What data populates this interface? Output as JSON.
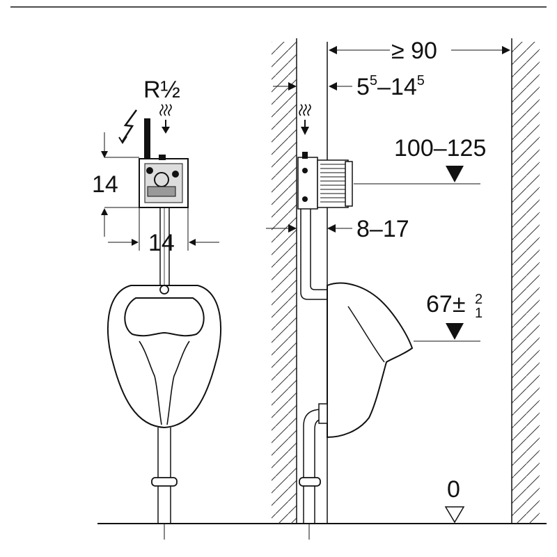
{
  "labels": {
    "pipe_thread": "R½",
    "box_height": "14",
    "box_width": "14",
    "min_depth": "≥ 90",
    "depth_range_base1": "5",
    "depth_range_sup1": "5",
    "depth_range_dash": "–14",
    "depth_range_sup2": "5",
    "height_range": "100–125",
    "clearance": "8–17",
    "rim_height_base": "67",
    "rim_height_tol": "±",
    "rim_tol_upper": "2",
    "rim_tol_lower": "1",
    "floor_level": "0"
  },
  "colors": {
    "line": "#111111",
    "hatch": "#333333",
    "panel": "#888888",
    "background": "#ffffff"
  },
  "icons": {
    "power": "lightning-bolt-icon",
    "water": "water-supply-icon",
    "level": "level-triangle-icon"
  }
}
